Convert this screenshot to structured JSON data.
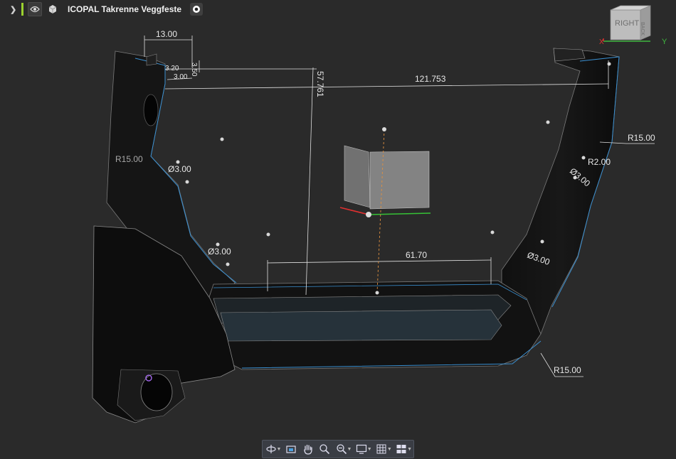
{
  "browser": {
    "expand_icon": "chevron-right-icon",
    "visibility_icon": "eye-icon",
    "component_icon": "cube-icon",
    "title": "ICOPAL Takrenne Veggfeste",
    "radio_icon": "radio-target-icon",
    "accent": "#9bd12f"
  },
  "viewcube": {
    "face_right": "RIGHT",
    "face_back": "BACK",
    "axis_x": "X",
    "axis_y": "Y",
    "axis_x_color": "#e0342f",
    "axis_y_color": "#3fb83f"
  },
  "dimensions": {
    "width_top": "13.00",
    "d350": "3.50",
    "d320": "3.20",
    "d300": "3.00",
    "depth": "57.761",
    "span": "121.753",
    "r_left": "R15.00",
    "hole_left_top": "Ø3.00",
    "hole_left_bottom": "Ø3.00",
    "r_right_top": "R15.00",
    "r2": "R2.00",
    "hole_right_top": "Ø3.00",
    "hole_right_bottom": "Ø3.00",
    "inner": "61.70",
    "r_bottom": "R15.00"
  },
  "toolbar": {
    "items": [
      {
        "icon": "orbit-icon",
        "dropdown": true
      },
      {
        "icon": "look-at-icon",
        "dropdown": false
      },
      {
        "icon": "pan-hand-icon",
        "dropdown": false
      },
      {
        "icon": "zoom-icon",
        "dropdown": false
      },
      {
        "icon": "fit-zoom-icon",
        "dropdown": true
      },
      {
        "icon": "display-settings-icon",
        "dropdown": true
      },
      {
        "icon": "grid-icon",
        "dropdown": true
      },
      {
        "icon": "viewports-icon",
        "dropdown": true
      }
    ]
  }
}
